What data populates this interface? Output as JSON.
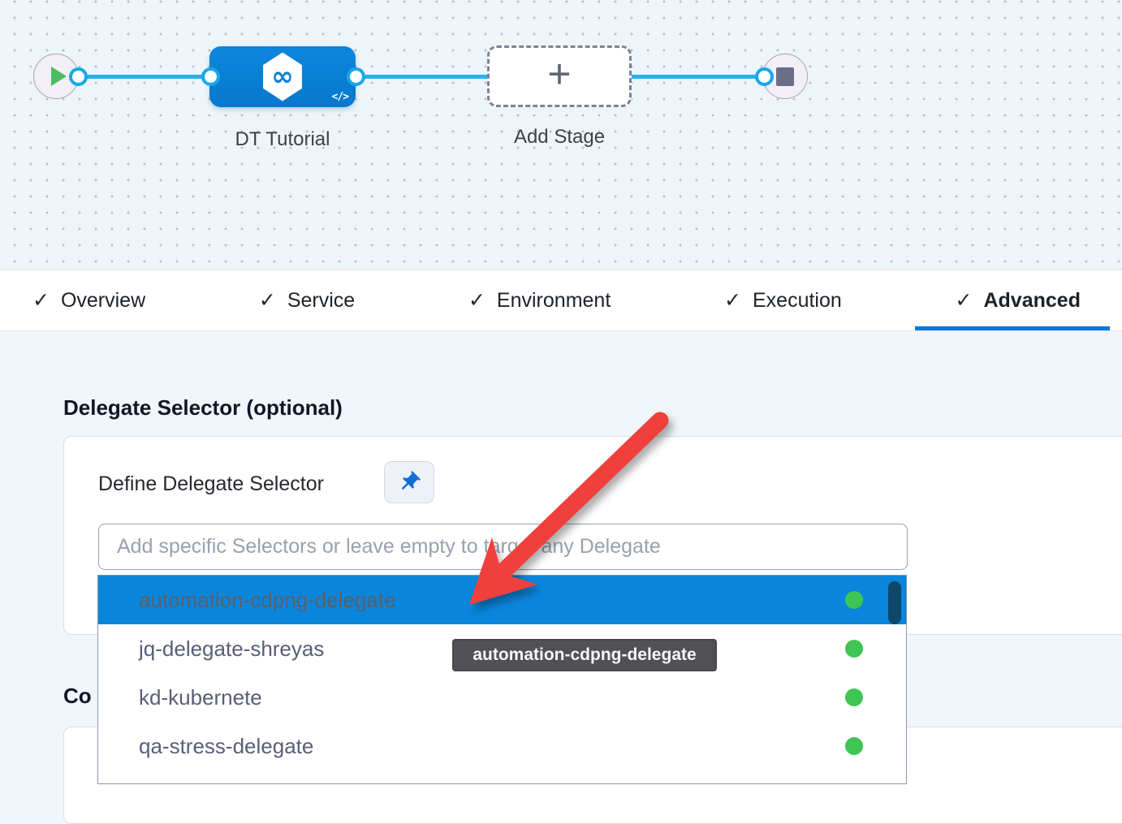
{
  "canvas": {
    "start_node": {
      "icon": "play-icon"
    },
    "stage": {
      "label": "DT Tutorial",
      "icon": "harness-infinity-icon",
      "code_icon": "code-icon"
    },
    "add_stage": {
      "label": "Add Stage",
      "icon": "plus-icon"
    },
    "end_node": {
      "icon": "stop-icon"
    }
  },
  "tabs": [
    {
      "label": "Overview",
      "checked": true,
      "active": false
    },
    {
      "label": "Service",
      "checked": true,
      "active": false
    },
    {
      "label": "Environment",
      "checked": true,
      "active": false
    },
    {
      "label": "Execution",
      "checked": true,
      "active": false
    },
    {
      "label": "Advanced",
      "checked": true,
      "active": true
    }
  ],
  "advanced_panel": {
    "delegate_section": {
      "heading": "Delegate Selector (optional)",
      "field_label": "Define Delegate Selector",
      "pin_icon": "pushpin-icon",
      "input_value": "",
      "input_placeholder": "Add specific Selectors or leave empty to target any Delegate"
    },
    "dropdown": {
      "items": [
        {
          "label": "automation-cdpng-delegate",
          "highlighted": true,
          "status": "connected"
        },
        {
          "label": "jq-delegate-shreyas",
          "highlighted": false,
          "status": "connected"
        },
        {
          "label": "kd-kubernete",
          "highlighted": false,
          "status": "connected"
        },
        {
          "label": "qa-stress-delegate",
          "highlighted": false,
          "status": "connected"
        }
      ]
    },
    "tooltip_text": "automation-cdpng-delegate",
    "next_section_heading_visible": "Co"
  },
  "icons": {
    "check": "✓",
    "plus": "+",
    "infinity": "∞",
    "code": "</>"
  },
  "colors": {
    "accent_blue": "#0278d5",
    "stage_blue": "#0a80d6",
    "edge_blue": "#2ab1ec",
    "highlight_blue": "#0a85dc",
    "status_green": "#3ec553",
    "arrow_red": "#ef403c"
  }
}
